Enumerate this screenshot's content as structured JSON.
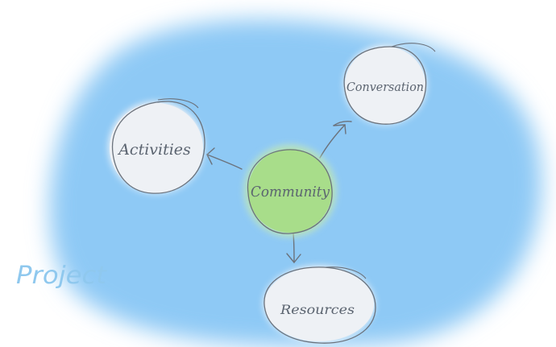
{
  "diagram": {
    "center": {
      "label": "Community"
    },
    "nodes": [
      {
        "id": "activities",
        "label": "Activities"
      },
      {
        "id": "conversation",
        "label": "Conversation"
      },
      {
        "id": "resources",
        "label": "Resources"
      }
    ],
    "side_label": "Project",
    "colors": {
      "background_blob": "#8ec9f5",
      "background_edge": "#ffffff",
      "center_fill": "#a8dd8a",
      "node_fill": "#eef1f5",
      "stroke": "#6b727c",
      "side_label": "#8fc8ee"
    }
  }
}
